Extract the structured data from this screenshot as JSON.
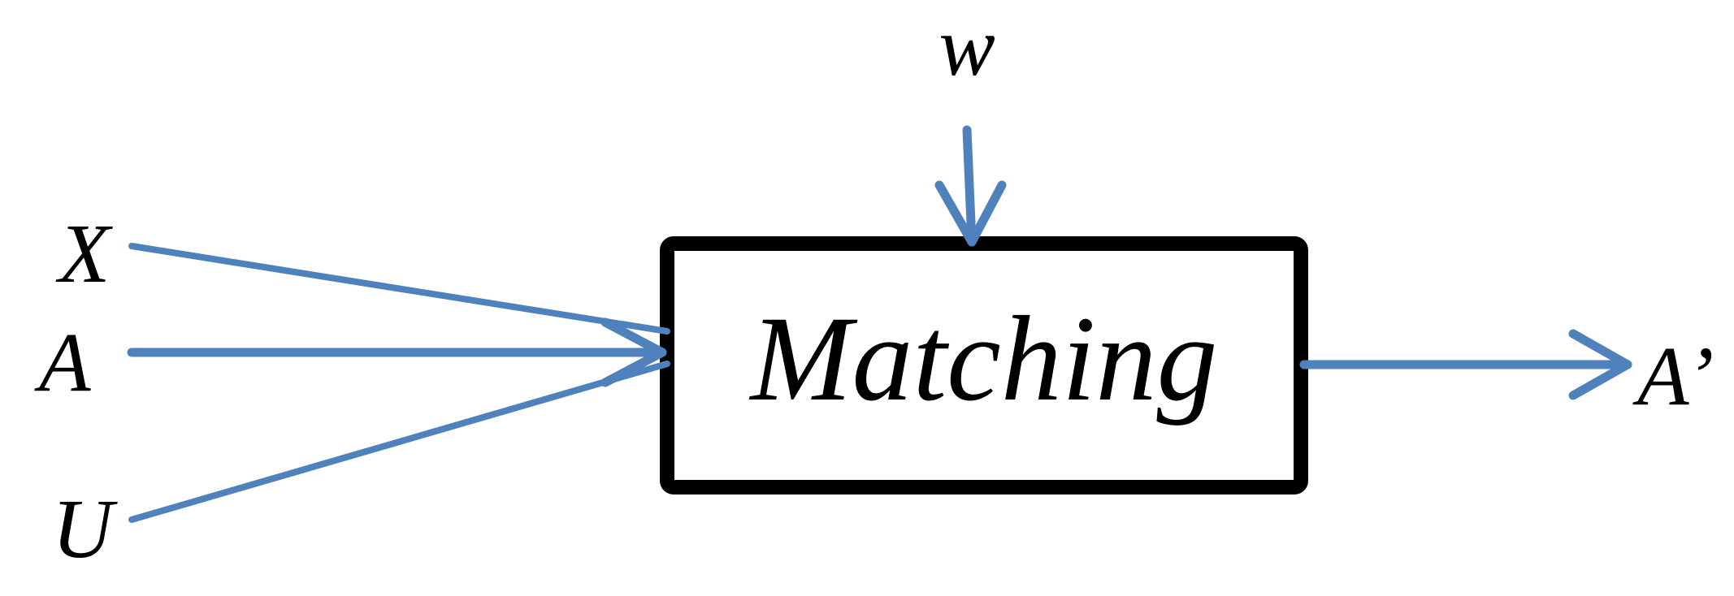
{
  "diagram": {
    "process_box": {
      "label": "Matching"
    },
    "inputs": {
      "x": "X",
      "a": "A",
      "u": "U",
      "w": "w"
    },
    "output": {
      "a_prime": "A’"
    },
    "colors": {
      "arrow": "#4F81BD",
      "box_border": "#000000",
      "text": "#000000"
    }
  }
}
